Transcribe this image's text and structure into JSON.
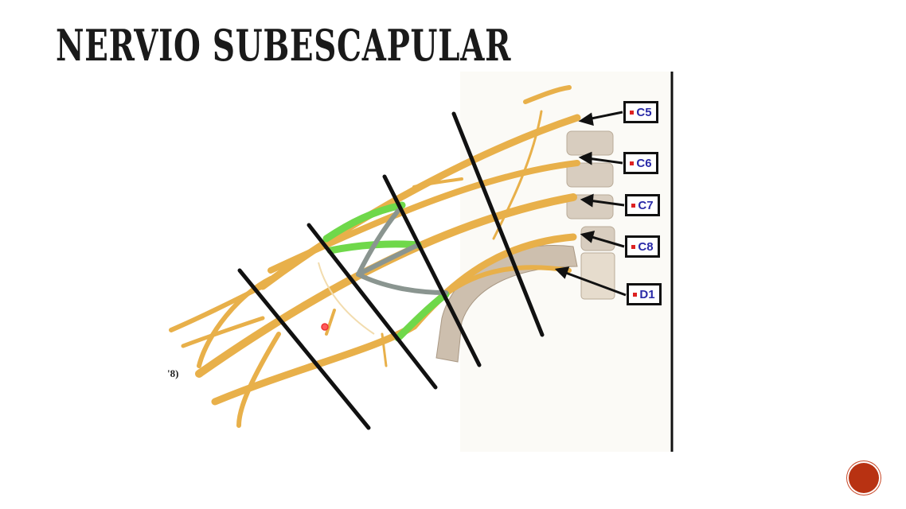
{
  "slide": {
    "title": "NERVIO SUBESCAPULAR",
    "figure_note": "'8)",
    "labels": [
      {
        "text": "C5"
      },
      {
        "text": "C6"
      },
      {
        "text": "C7"
      },
      {
        "text": "C8"
      },
      {
        "text": "D1"
      }
    ],
    "colors": {
      "nerve": "#e8b04a",
      "highlight_green": "#6fd84a",
      "gray_branch": "#8a9590",
      "bone": "#cdbfae",
      "label_text": "#2a2aa8",
      "label_marker": "#dd2222",
      "nav_button": "#b83212"
    }
  },
  "nav": {
    "next_button": "next-slide"
  }
}
